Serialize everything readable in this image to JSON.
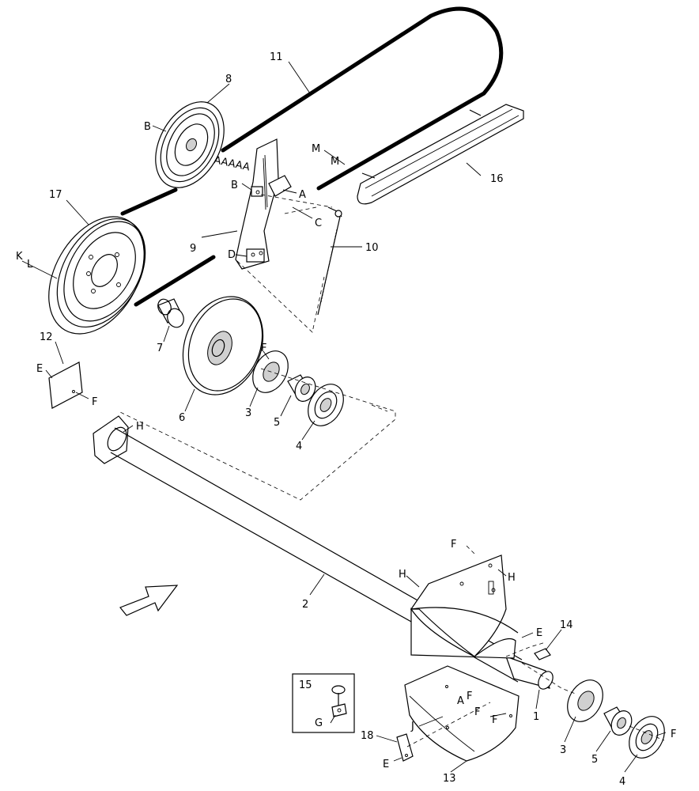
{
  "callouts": {
    "c1": "1",
    "c2": "2",
    "c3a": "3",
    "c3b": "3",
    "c4a": "4",
    "c4b": "4",
    "c5a": "5",
    "c5b": "5",
    "c6": "6",
    "c7": "7",
    "c8": "8",
    "c9": "9",
    "c10": "10",
    "c11": "11",
    "c12": "12",
    "c13": "13",
    "c14": "14",
    "c15": "15",
    "c16": "16",
    "c17": "17",
    "c18": "18"
  },
  "letters": {
    "B_pulley8": "B",
    "A_stack": "AAAAA",
    "M1": "M",
    "M2": "M",
    "B_bracket": "B",
    "A_bracket": "A",
    "C_bracket": "C",
    "D_bracket": "D",
    "K": "K",
    "L": "L",
    "E_decal": "E",
    "F_decal": "F",
    "F_flange": "F",
    "H_tube": "H",
    "F_top": "F",
    "H_guard_left": "H",
    "H_guard_right": "H",
    "E_shaft": "E",
    "A_lower": "A",
    "F_lower1": "F",
    "F_lower2": "F",
    "F_lower3": "F",
    "J": "J",
    "F_bearing": "F",
    "G": "G",
    "E_plate": "E"
  },
  "icons": {
    "flow_arrow": "direction-arrow-icon"
  }
}
